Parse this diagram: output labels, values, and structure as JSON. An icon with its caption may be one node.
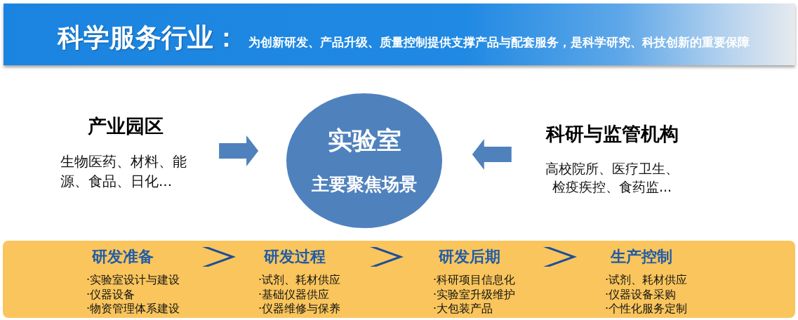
{
  "diagram": {
    "title": "科学服务行业：",
    "nodes": [
      {
        "text": [
          "产业园区",
          "生物医药、材料、能源、食品、日化..."
        ]
      },
      {
        "text": [
          "实验室",
          "主要聚焦场景"
        ]
      },
      {
        "text": [
          "科研与监管机构",
          "高校院所、医疗卫生、检疫疾控、食药监..."
        ]
      },
      {
        "text": [],
        "shape": "box"
      },
      {
        "text": [
          "研发准备",
          "·实验室设计与建设",
          "·仪器设备",
          "·物资管理体系建设"
        ],
        "in": 3
      },
      {
        "text": [
          "研发过程",
          "·试剂、耗材供应",
          "·基础仪器供应",
          "·仪器维修与保养"
        ],
        "in": 3
      },
      {
        "text": [
          "研发后期",
          "·科研项目信息化",
          "·实验室升级维护",
          "·大包装产品"
        ],
        "in": 3
      },
      {
        "text": [
          "生产控制",
          "·试剂、耗材供应",
          "·仪器设备采购",
          "·个性化服务定制"
        ],
        "in": 3
      }
    ],
    "edges": [
      {
        "from": 0,
        "to": 1,
        "arrow": "to",
        "style": "thick",
        "color": "#4f81bd"
      },
      {
        "from": 2,
        "to": 1,
        "arrow": "to",
        "style": "thick",
        "color": "#4f81bd"
      },
      {
        "from": 4,
        "to": 5,
        "arrow": "to"
      },
      {
        "from": 5,
        "to": 6,
        "arrow": "to"
      },
      {
        "from": 6,
        "to": 7,
        "arrow": "to"
      }
    ],
    "labels": [
      "为创新研发、产品升级、质量控制提供支撑产品与配套服务，是科学研究、科技创新的重要保障"
    ]
  }
}
